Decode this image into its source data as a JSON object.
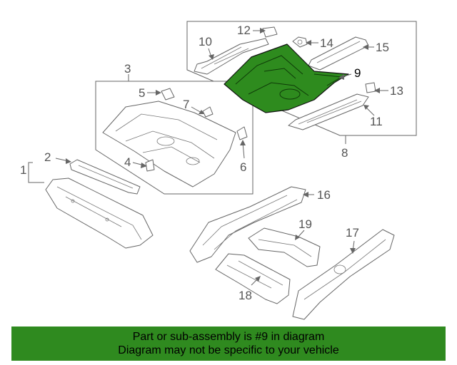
{
  "callouts": [
    {
      "id": "1",
      "label": "1"
    },
    {
      "id": "2",
      "label": "2"
    },
    {
      "id": "3",
      "label": "3"
    },
    {
      "id": "4",
      "label": "4"
    },
    {
      "id": "5",
      "label": "5"
    },
    {
      "id": "6",
      "label": "6"
    },
    {
      "id": "7",
      "label": "7"
    },
    {
      "id": "8",
      "label": "8"
    },
    {
      "id": "9",
      "label": "9"
    },
    {
      "id": "10",
      "label": "10"
    },
    {
      "id": "11",
      "label": "11"
    },
    {
      "id": "12",
      "label": "12"
    },
    {
      "id": "13",
      "label": "13"
    },
    {
      "id": "14",
      "label": "14"
    },
    {
      "id": "15",
      "label": "15"
    },
    {
      "id": "16",
      "label": "16"
    },
    {
      "id": "17",
      "label": "17"
    },
    {
      "id": "18",
      "label": "18"
    },
    {
      "id": "19",
      "label": "19"
    }
  ],
  "highlighted_part": "9",
  "colors": {
    "highlight": "#2e8b1e",
    "banner": "#2f8a1f",
    "line": "#666666"
  },
  "banner": {
    "line1": "Part or sub-assembly is #9 in diagram",
    "line2": "Diagram may not be specific to your vehicle"
  }
}
